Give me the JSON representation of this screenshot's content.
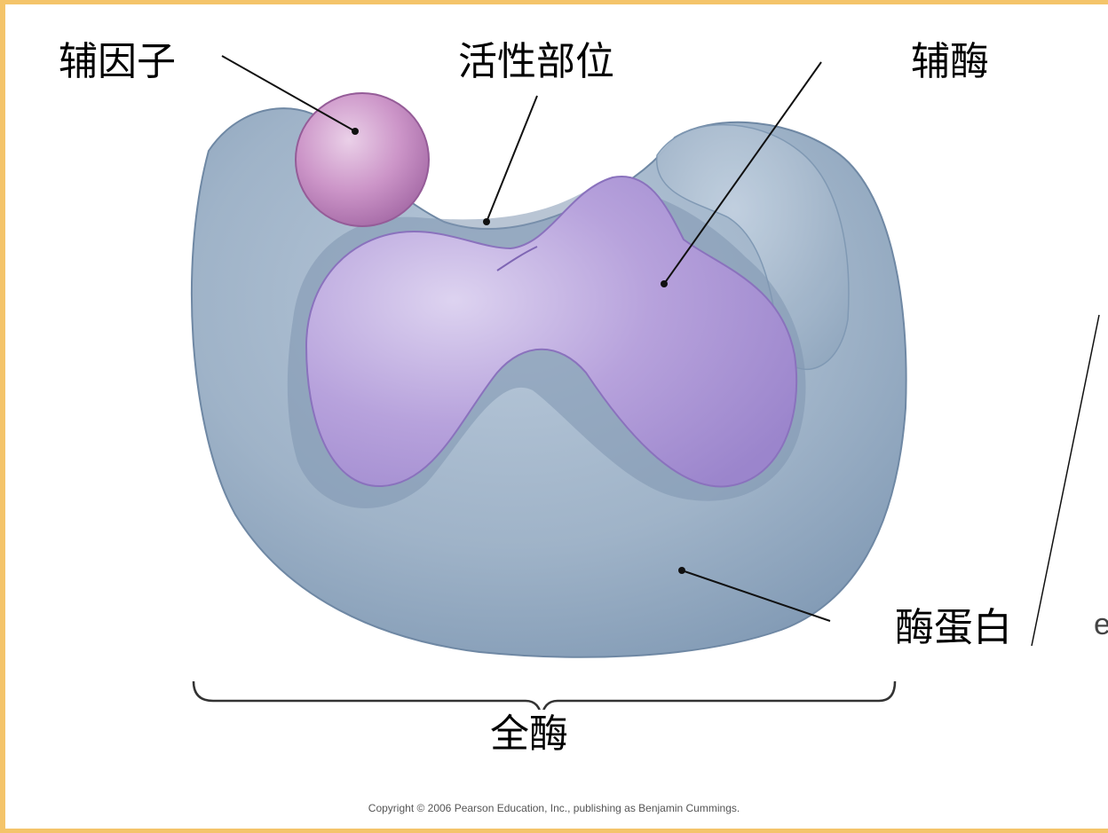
{
  "labels": {
    "cofactor": "辅因子",
    "active_site": "活性部位",
    "coenzyme": "辅酶",
    "apoenzyme": "酶蛋白",
    "holoenzyme": "全酶"
  },
  "copyright": "Copyright © 2006 Pearson Education, Inc., publishing as Benjamin Cummings.",
  "colors": {
    "apoenzyme_fill": "#9fb3c8",
    "apoenzyme_shadow": "#7f98b3",
    "coenzyme_fill": "#b39ddb",
    "cofactor_fill": "#c98ec2",
    "frame_border": "#f4c46a"
  }
}
